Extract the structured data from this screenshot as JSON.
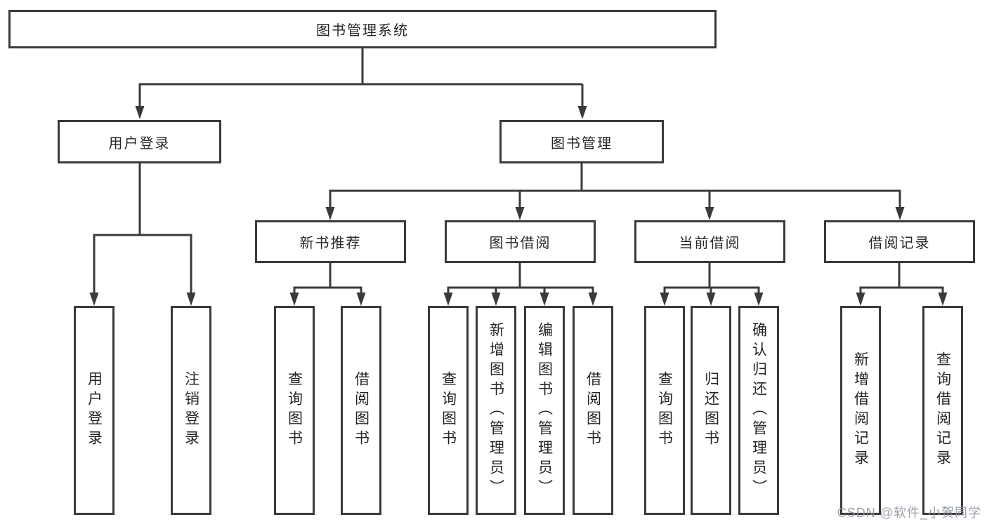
{
  "diagram": {
    "root": "图书管理系统",
    "branches": {
      "user_login": {
        "label": "用户登录",
        "children": [
          "用户登录",
          "注销登录"
        ]
      },
      "book_management": {
        "label": "图书管理",
        "sections": [
          {
            "label": "新书推荐",
            "children": [
              "查询图书",
              "借阅图书"
            ]
          },
          {
            "label": "图书借阅",
            "children": [
              "查询图书",
              "新增图书（管理员）",
              "编辑图书（管理员）",
              "借阅图书"
            ]
          },
          {
            "label": "当前借阅",
            "children": [
              "查询图书",
              "归还图书",
              "确认归还（管理员）"
            ]
          },
          {
            "label": "借阅记录",
            "children": [
              "新增借阅记录",
              "查询借阅记录"
            ]
          }
        ]
      }
    },
    "watermark": "CSDN @软件_小贺同学",
    "colors": {
      "line": "#3a3a3a",
      "text": "#262626",
      "box_bg": "#ffffff",
      "watermark": "#8f94a0"
    }
  }
}
